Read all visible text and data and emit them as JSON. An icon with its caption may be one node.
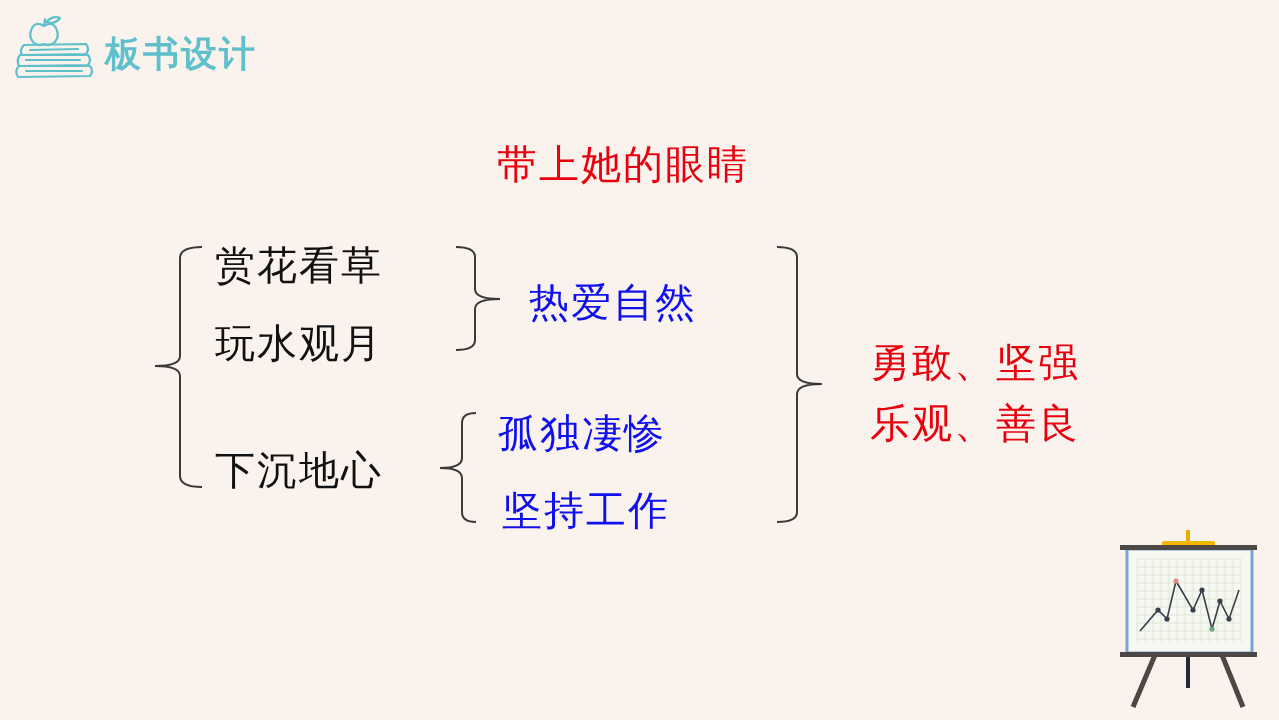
{
  "diagram": {
    "title": "板书设计",
    "labels": [
      "带上她的眼睛",
      "赏花看草",
      "热爱自然",
      "玩水观月",
      "勇敢、坚强",
      "乐观、善良",
      "孤独凄惨",
      "下沉地心",
      "坚持工作"
    ]
  }
}
